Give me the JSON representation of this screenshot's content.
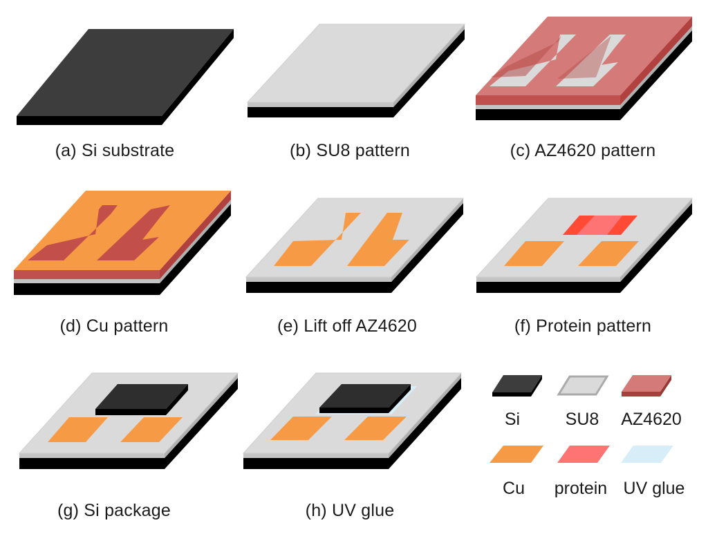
{
  "captions": {
    "a": "(a) Si substrate",
    "b": "(b) SU8 pattern",
    "c": "(c) AZ4620 pattern",
    "d": "(d) Cu pattern",
    "e": "(e) Lift off AZ4620",
    "f": "(f) Protein pattern",
    "g": "(g) Si package",
    "h": "(h) UV glue"
  },
  "legend": {
    "si": "Si",
    "su8": "SU8",
    "az4620": "AZ4620",
    "cu": "Cu",
    "protein": "protein",
    "uvglue": "UV glue"
  },
  "colors": {
    "si_top": "#3d3d3d",
    "si_side": "#000000",
    "su8_top": "#dadada",
    "su8_side": "#bdbdbd",
    "az_top": "#d47a78",
    "az_side": "#b54f4b",
    "cu": "#f79a45",
    "cu_side": "#c24f4a",
    "protein": "#fe7374",
    "protein_strong": "#ff4a35",
    "uv_glue": "#d7eef8"
  }
}
